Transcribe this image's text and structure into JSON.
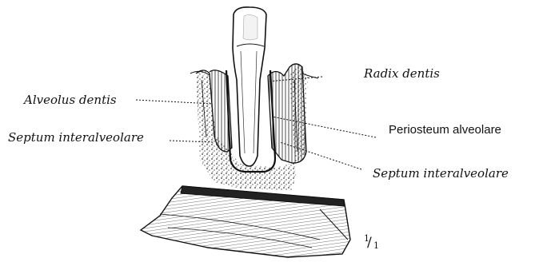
{
  "labels": {
    "radix_dentis": "Radix dentis",
    "alveolus_dentis": "Alveolus dentis",
    "periosteum_alveolare": "Periosteum alveolare",
    "septum_interalveolare_left": "Septum interalveolare",
    "septum_interalveolare_right": "Septum interalveolare"
  },
  "scale": {
    "numerator": "1",
    "denominator": "1"
  },
  "colors": {
    "ink": "#111111",
    "bone_shadow": "#555555",
    "paper": "#ffffff"
  }
}
